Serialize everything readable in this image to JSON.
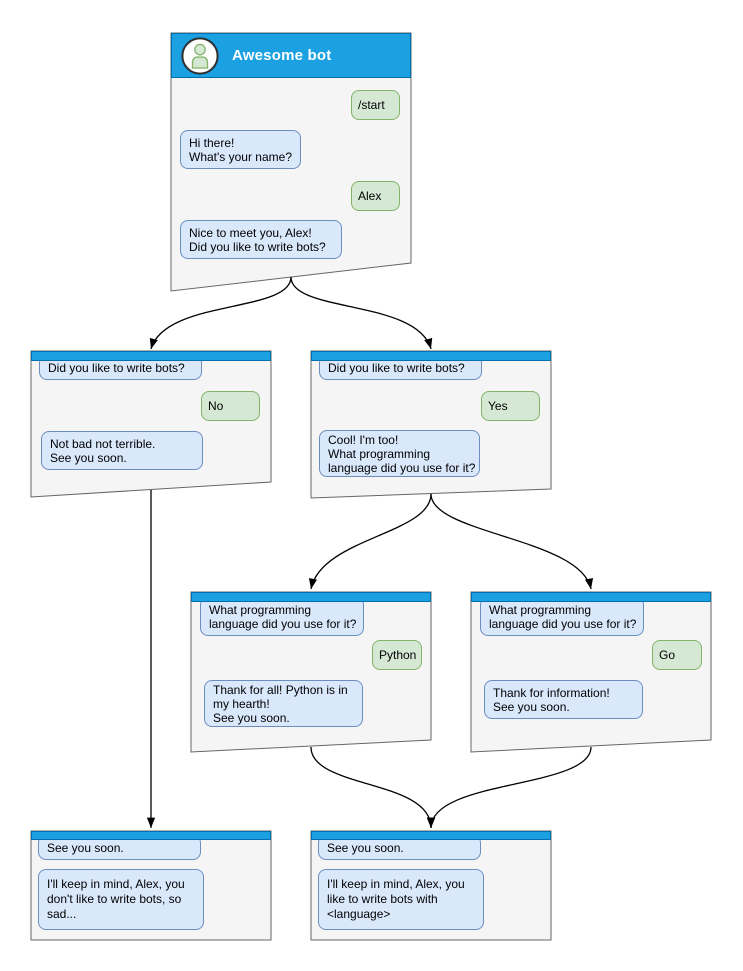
{
  "colors": {
    "accent": "#1ba1e2",
    "accent-stroke": "#006eaf",
    "box-fill": "#f5f5f5",
    "box-stroke": "#666666",
    "bot-bubble-fill": "#dae8fc",
    "bot-bubble-stroke": "#6c8ebf",
    "user-bubble-fill": "#d5e8d4",
    "user-bubble-stroke": "#82b366",
    "arrow": "#000000"
  },
  "windows": [
    {
      "id": "main",
      "header": {
        "title": "Awesome bot",
        "avatar_icon": "person-icon"
      },
      "messages": [
        {
          "from": "user",
          "text": "/start"
        },
        {
          "from": "bot",
          "text": "Hi there!\nWhat's your name?"
        },
        {
          "from": "user",
          "text": "Alex"
        },
        {
          "from": "bot",
          "text": "Nice to meet you, Alex!\nDid you like to write bots?"
        }
      ]
    },
    {
      "id": "branch-no",
      "messages": [
        {
          "from": "bot",
          "text": "Did you like to write bots?"
        },
        {
          "from": "user",
          "text": "No"
        },
        {
          "from": "bot",
          "text": "Not bad not terrible.\nSee you soon."
        }
      ]
    },
    {
      "id": "branch-yes",
      "messages": [
        {
          "from": "bot",
          "text": "Did you like to write bots?"
        },
        {
          "from": "user",
          "text": "Yes"
        },
        {
          "from": "bot",
          "text": "Cool! I'm too!\nWhat programming\nlanguage did you use for it?"
        }
      ]
    },
    {
      "id": "branch-python",
      "messages": [
        {
          "from": "bot",
          "text": "What programming\nlanguage did you use for it?"
        },
        {
          "from": "user",
          "text": "Python"
        },
        {
          "from": "bot",
          "text": "Thank for all! Python is in\nmy hearth!\nSee you soon."
        }
      ]
    },
    {
      "id": "branch-go",
      "messages": [
        {
          "from": "bot",
          "text": "What programming\nlanguage did you use for it?"
        },
        {
          "from": "user",
          "text": "Go"
        },
        {
          "from": "bot",
          "text": "Thank for information!\nSee you soon."
        }
      ]
    },
    {
      "id": "end-no",
      "messages": [
        {
          "from": "bot",
          "text": "See you soon."
        },
        {
          "from": "bot",
          "text": "I'll keep in mind, Alex, you\ndon't like to write bots, so\nsad..."
        }
      ]
    },
    {
      "id": "end-yes",
      "messages": [
        {
          "from": "bot",
          "text": "See you soon."
        },
        {
          "from": "bot",
          "text": "I'll keep in mind, Alex, you\nlike to write bots with\n<language>"
        }
      ]
    }
  ]
}
